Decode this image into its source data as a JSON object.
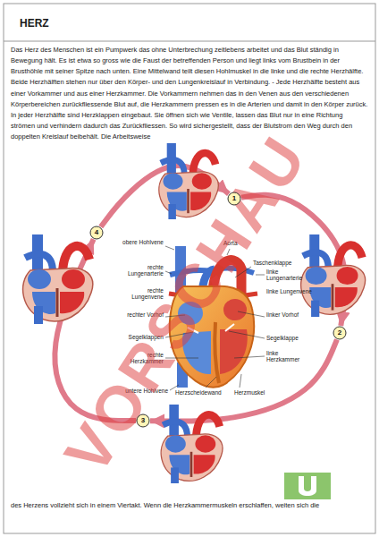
{
  "diagram": {
    "title": "HERZ",
    "nodes": [
      {
        "text": [
          "1"
        ]
      },
      {
        "text": [
          "2"
        ]
      },
      {
        "text": [
          "3"
        ]
      },
      {
        "text": [
          "4"
        ]
      }
    ],
    "edges": [
      {
        "from": 0,
        "to": 1,
        "arrow": "to"
      },
      {
        "from": 1,
        "to": 2,
        "arrow": "to"
      },
      {
        "from": 2,
        "to": 3,
        "arrow": "to"
      },
      {
        "from": 3,
        "to": 0,
        "arrow": "to"
      }
    ],
    "labels": [
      "Das Herz des Menschen ist ein Pumpwerk das ohne Unterbrechung zeitlebens arbeitet und das Blut ständig in Bewegung hält. Es ist etwa so gross wie die Faust der betreffenden Person und liegt links vom Brustbein in der Brusthöhle mit seiner Spitze nach unten. Eine Mittelwand teilt diesen Hohlmuskel in die linke und die rechte Herzhälfte. Beide Herzhälften stehen nur über den Körper- und den Lungenkreislauf in Verbindung. - Jede Herzhälfte besteht aus einer Vorkammer und aus einer Herzkammer. Die Vorkammern nehmen das in den Venen aus den verschiedenen Körperbereichen zurückfliessende Blut auf, die Herzkammern pressen es in die Arterien und damit in den Körper zurück. In jeder Herzhälfte sind Herzklappen eingebaut. Sie öffnen sich wie Ventile, lassen das Blut nur in eine Richtung strömen und verhindern dadurch das Zurückfliessen. So wird sichergestellt, dass der Blutstrom den Weg durch den doppelten Kreislauf beibehält. Die Arbeitsweise",
      "obere Hohlvene",
      "Aorta",
      "Taschenklappe",
      "rechte Lungenarterie",
      "linke Lungenarterie",
      "rechte Lungenvene",
      "linke Lungenvene",
      "rechter Vorhof",
      "linker Vorhof",
      "Segelklappen",
      "Segelklappe",
      "rechte Herzkammer",
      "linke Herzkammer",
      "untere Hohlvene",
      "Herzscheidewand",
      "Herzmuskel",
      "VORSCHAU",
      "des Herzens vollzieht sich in einem Viertakt. Wenn die Herzkammermuskeln erschlaffen, weiten sich die"
    ]
  }
}
